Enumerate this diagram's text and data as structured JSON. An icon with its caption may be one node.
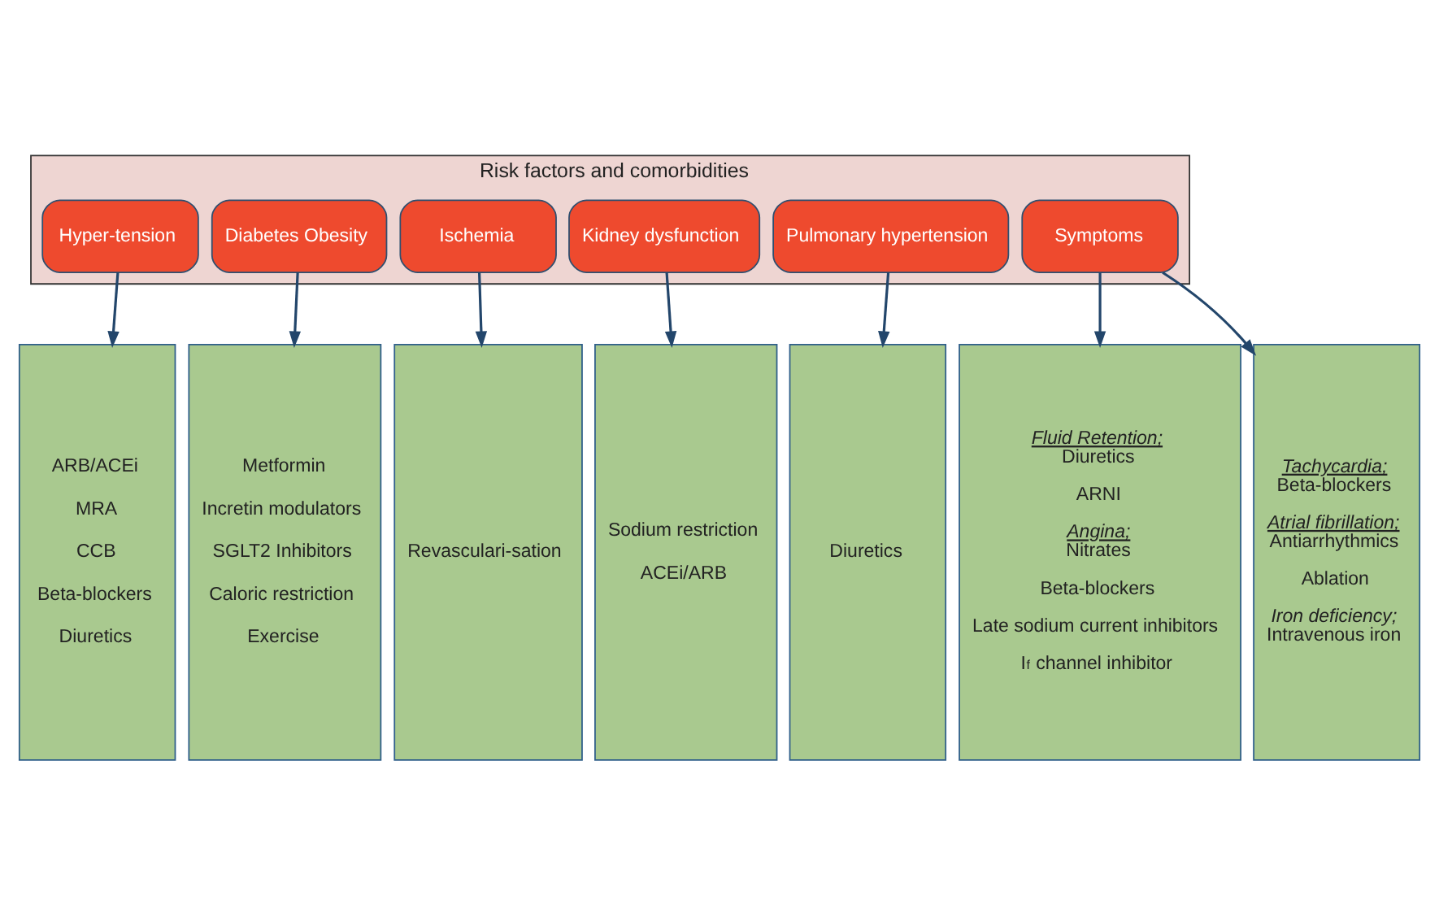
{
  "diagram": {
    "nodes": [
      {
        "text": [
          "Risk factors and comorbidities"
        ]
      },
      {
        "text": [
          "Hyper-tension"
        ],
        "in": 0
      },
      {
        "text": [
          "Diabetes Obesity"
        ],
        "in": 0
      },
      {
        "text": [
          "Ischemia"
        ],
        "in": 0
      },
      {
        "text": [
          "Kidney dysfunction"
        ],
        "in": 0
      },
      {
        "text": [
          "Pulmonary hypertension"
        ],
        "in": 0
      },
      {
        "text": [
          "Symptoms"
        ],
        "in": 0
      },
      {
        "text": [
          "ARB/ACEi",
          "MRA",
          "CCB",
          "Beta-blockers",
          "Diuretics"
        ]
      },
      {
        "text": [
          "Metformin",
          "Incretin modulators",
          "SGLT2 Inhibitors",
          "Caloric restriction",
          "Exercise"
        ]
      },
      {
        "text": [
          "Revasculari-sation"
        ]
      },
      {
        "text": [
          "Sodium restriction",
          "ACEi/ARB"
        ]
      },
      {
        "text": [
          "Diuretics"
        ]
      },
      {
        "text": [
          "Fluid Retention;",
          "Diuretics",
          "ARNI",
          "Angina;",
          "Nitrates",
          "Beta-blockers",
          "Late sodium current inhibitors",
          "I$_{f}$ channel inhibitor"
        ]
      },
      {
        "text": [
          "Tachycardia;",
          "Beta-blockers",
          "Atrial fibrillation;",
          "Antiarrhythmics",
          "Ablation",
          "Iron deficiency;",
          "Intravenous iron"
        ]
      }
    ],
    "edges": [
      {
        "from": 1,
        "to": 7,
        "arrow": "to"
      },
      {
        "from": 2,
        "to": 8,
        "arrow": "to"
      },
      {
        "from": 3,
        "to": 9,
        "arrow": "to"
      },
      {
        "from": 4,
        "to": 10,
        "arrow": "to"
      },
      {
        "from": 5,
        "to": 11,
        "arrow": "to"
      },
      {
        "from": 6,
        "to": 12,
        "arrow": "to"
      },
      {
        "from": 6,
        "to": 13,
        "arrow": "to"
      }
    ]
  }
}
